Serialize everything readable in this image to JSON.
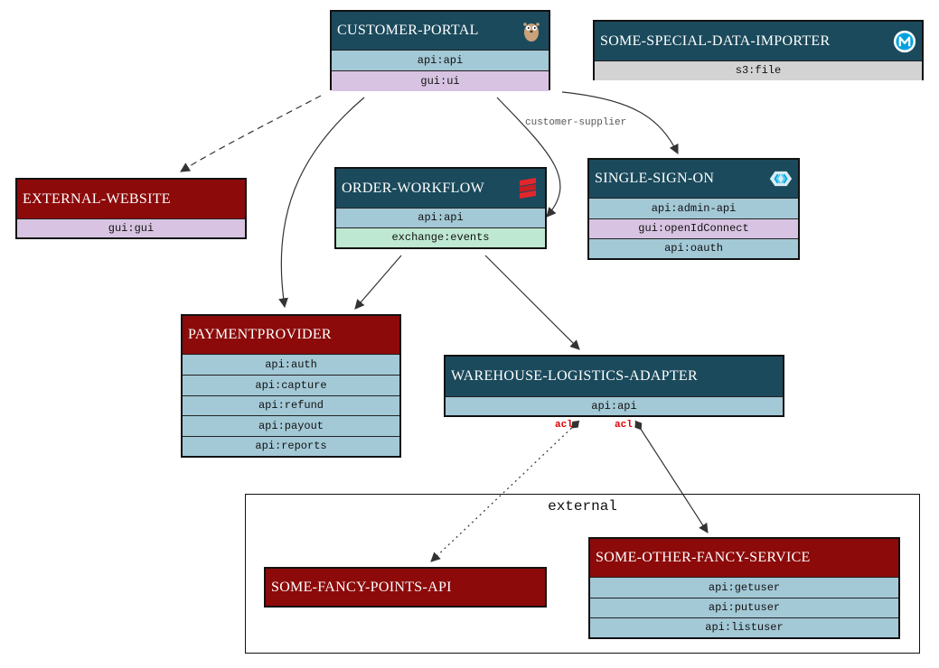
{
  "cluster": {
    "label": "external"
  },
  "nodes": {
    "customer_portal": {
      "title": "CUSTOMER-PORTAL",
      "icon": "go-gopher-icon",
      "rows": [
        "api:api",
        "gui:ui"
      ]
    },
    "special_importer": {
      "title": "SOME-SPECIAL-DATA-IMPORTER",
      "icon": "mulesoft-icon",
      "rows": [
        "s3:file"
      ]
    },
    "external_website": {
      "title": "EXTERNAL-WEBSITE",
      "rows": [
        "gui:gui"
      ]
    },
    "order_workflow": {
      "title": "ORDER-WORKFLOW",
      "icon": "redis-stack-icon",
      "rows": [
        "api:api",
        "exchange:events"
      ]
    },
    "single_sign_on": {
      "title": "SINGLE-SIGN-ON",
      "icon": "keycloak-icon",
      "rows": [
        "api:admin-api",
        "gui:openIdConnect",
        "api:oauth"
      ]
    },
    "payment_provider": {
      "title": "PAYMENTPROVIDER",
      "rows": [
        "api:auth",
        "api:capture",
        "api:refund",
        "api:payout",
        "api:reports"
      ]
    },
    "warehouse_adapter": {
      "title": "WAREHOUSE-LOGISTICS-ADAPTER",
      "rows": [
        "api:api"
      ]
    },
    "fancy_points": {
      "title": "SOME-FANCY-POINTS-API",
      "rows": []
    },
    "other_fancy": {
      "title": "SOME-OTHER-FANCY-SERVICE",
      "rows": [
        "api:getuser",
        "api:putuser",
        "api:listuser"
      ]
    }
  },
  "edge_labels": {
    "customer_supplier": "customer-supplier",
    "acl_left": "acl",
    "acl_right": "acl"
  },
  "colors": {
    "header_dark": "#1b4a5c",
    "header_red": "#8c0a0a",
    "api": "#a3c8d6",
    "gui": "#d8c4e2",
    "exchange": "#bfe8d2",
    "s3": "#d3d3d3",
    "acl": "#e00000"
  }
}
